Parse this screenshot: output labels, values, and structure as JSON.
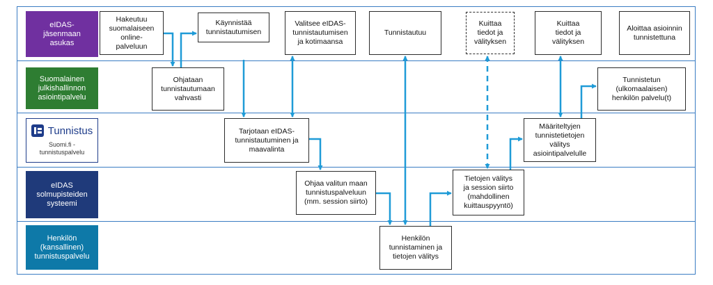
{
  "lanes": [
    {
      "id": "resident",
      "label": "eIDAS-\njäsenmaan\nasukas",
      "color": "#7030a0"
    },
    {
      "id": "public_service",
      "label": "Suomalainen\njulkishallinnon\nasiointipalvelu",
      "color": "#2e7d32"
    },
    {
      "id": "tunnistus",
      "brand": "Tunnistus",
      "label": "Suomi.fi -\ntunnistuspalvelu",
      "color": "#1e3c8a"
    },
    {
      "id": "node",
      "label": "eIDAS\nsolmupisteiden\nsysteemi",
      "color": "#1f3a7a"
    },
    {
      "id": "national_idp",
      "label": "Henkilön\n(kansallinen)\ntunnistuspalvelu",
      "color": "#0e79a8"
    }
  ],
  "steps": [
    {
      "id": "s1",
      "text": "Hakeutuu\nsuomalaiseen\nonline-\npalveluun"
    },
    {
      "id": "s2",
      "text": "Ohjataan\ntunnistautumaan\nvahvasti"
    },
    {
      "id": "s3",
      "text": "Käynnistää\ntunnistautumisen"
    },
    {
      "id": "s4",
      "text": "Tarjotaan eIDAS-\ntunnistautuminen ja\nmaavalinta"
    },
    {
      "id": "s5",
      "text": "Valitsee eIDAS-\ntunnistautumisen\nja kotimaansa"
    },
    {
      "id": "s6",
      "text": "Ohjaa valitun maan\ntunnistuspalveluun\n(mm. session siirto)"
    },
    {
      "id": "s7",
      "text": "Tunnistautuu"
    },
    {
      "id": "s8",
      "text": "Henkilön\ntunnistaminen ja\ntietojen välitys"
    },
    {
      "id": "s9",
      "text": "Kuittaa\ntiedot ja\nvälityksen"
    },
    {
      "id": "s10",
      "text": "Tietojen välitys\nja session siirto\n(mahdollinen\nkuittauspyyntö)"
    },
    {
      "id": "s11",
      "text": "Kuittaa\ntiedot ja\nvälityksen"
    },
    {
      "id": "s12",
      "text": "Määriteltyjen\ntunnistetietojen\nvälitys\nasiointipalvelulle"
    },
    {
      "id": "s13",
      "text": "Aloittaa asioinnin\ntunnistettuna"
    },
    {
      "id": "s14",
      "text": "Tunnistetun\n(ulkomaalaisen)\nhenkilön palvelu(t)"
    }
  ],
  "colors": {
    "lane_border": "#3a7cc3",
    "arrow": "#1f9bd7",
    "box_border": "#2b2b2b"
  }
}
